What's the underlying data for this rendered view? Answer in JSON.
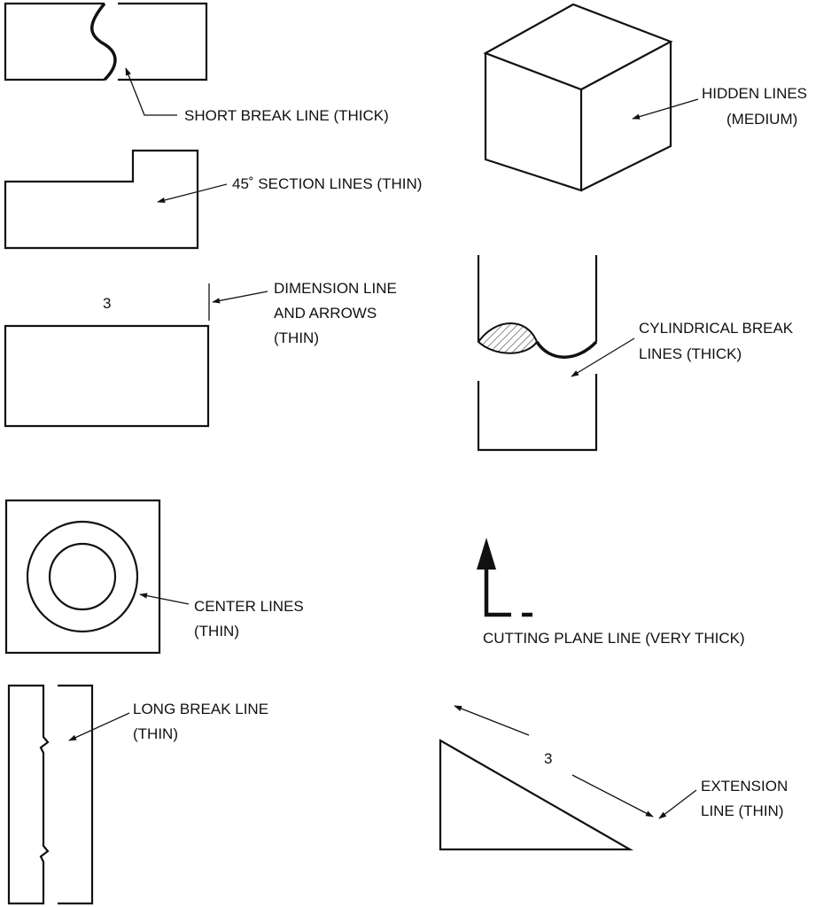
{
  "labels": {
    "short_break": "SHORT BREAK LINE (THICK)",
    "section_lines": "45˚ SECTION LINES (THIN)",
    "dimension_1": "DIMENSION LINE",
    "dimension_2": "AND ARROWS",
    "dimension_3": "(THIN)",
    "dimension_value": "3",
    "hidden_1": "HIDDEN LINES",
    "hidden_2": "(MEDIUM)",
    "cyl_break_1": "CYLINDRICAL BREAK",
    "cyl_break_2": "LINES (THICK)",
    "center_1": "CENTER LINES",
    "center_2": "(THIN)",
    "cutting_plane": "CUTTING PLANE LINE (VERY THICK)",
    "long_break_1": "LONG BREAK LINE",
    "long_break_2": "(THIN)",
    "extension_value": "3",
    "extension_1": "EXTENSION",
    "extension_2": "LINE (THIN)"
  },
  "colors": {
    "ink": "#111111",
    "background": "#ffffff"
  }
}
